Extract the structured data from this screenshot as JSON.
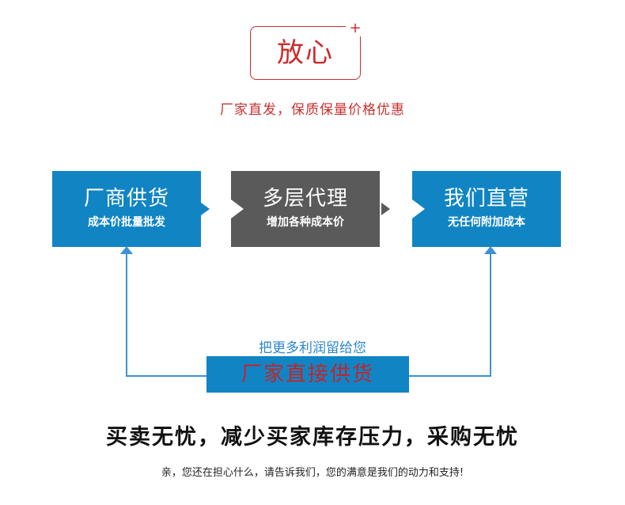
{
  "badge": {
    "text": "放心",
    "plus": "+"
  },
  "subtitle": "厂家直发，保质保量价格优惠",
  "boxes": [
    {
      "title": "厂商供货",
      "desc": "成本价批量批发"
    },
    {
      "title": "多层代理",
      "desc": "增加各种成本价"
    },
    {
      "title": "我们直营",
      "desc": "无任何附加成本"
    }
  ],
  "flow": {
    "label": "把更多利润留给您",
    "direct": "厂家直接供货"
  },
  "slogan": "买卖无忧，减少买家库存压力，采购无忧",
  "footnote": "亲，您还在担心什么，请告诉我们，您的满意是我们的动力和支持!",
  "colors": {
    "blue": "#1185c4",
    "gray": "#5a5a5a",
    "red": "#c8312f",
    "line": "#3c92d3"
  }
}
